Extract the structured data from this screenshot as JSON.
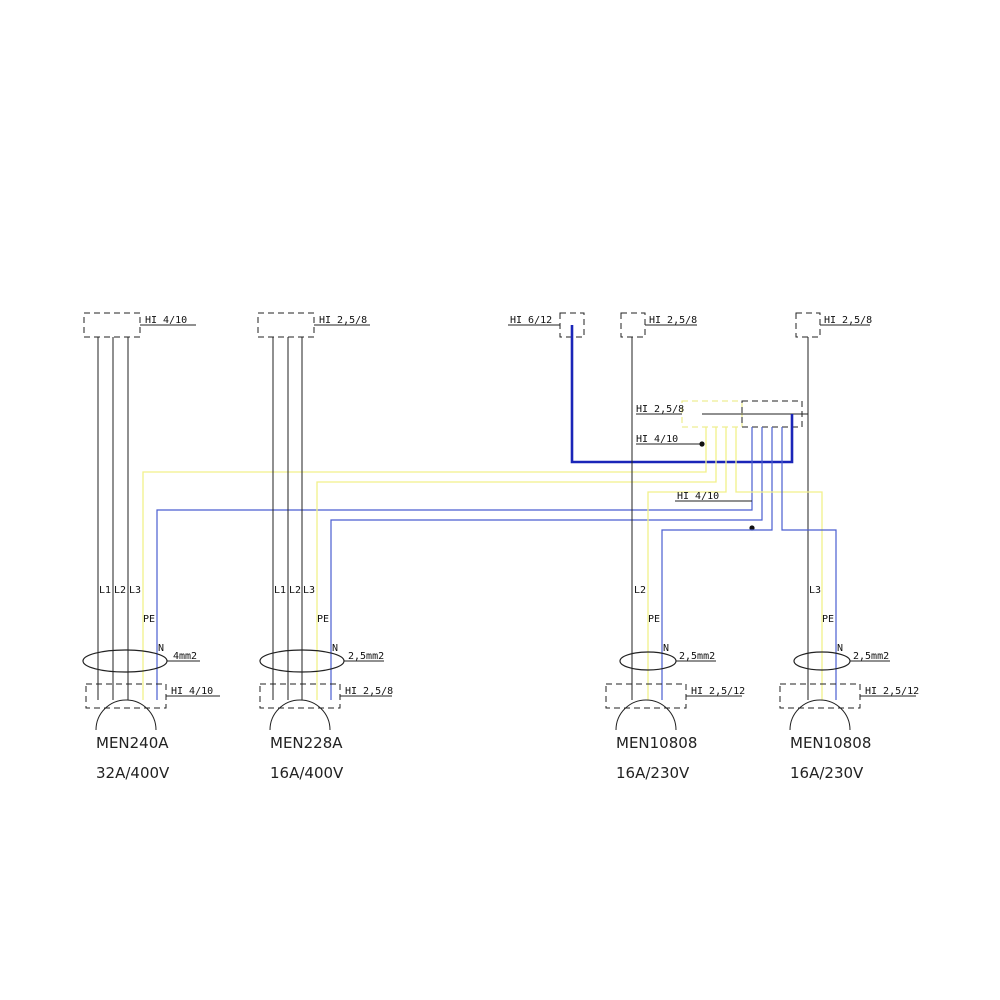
{
  "cable_labels": {
    "top_men240a": "HI 4/10",
    "top_men228a": "HI 2,5/8",
    "top_supply": "HI 6/12",
    "top_men10808_a": "HI 2,5/8",
    "top_men10808_b": "HI 2,5/8",
    "junction_upper": "HI 2,5/8",
    "junction_lower": "HI 4/10",
    "mid_branch": "HI 4/10",
    "bottom_men240a": "HI 4/10",
    "bottom_men228a": "HI 2,5/8",
    "bottom_men10808_a": "HI 2,5/12",
    "bottom_men10808_b": "HI 2,5/12"
  },
  "conductors": {
    "L1": "L1",
    "L2": "L2",
    "L3": "L3",
    "PE": "PE",
    "N": "N"
  },
  "cross_sections": {
    "men240a": "4mm2",
    "men228a": "2,5mm2",
    "men10808_a": "2,5mm2",
    "men10808_b": "2,5mm2"
  },
  "sockets": [
    {
      "model": "MEN240A",
      "rating": "32A/400V"
    },
    {
      "model": "MEN228A",
      "rating": "16A/400V"
    },
    {
      "model": "MEN10808",
      "rating": "16A/230V"
    },
    {
      "model": "MEN10808",
      "rating": "16A/230V"
    }
  ],
  "colors": {
    "phase": "#222222",
    "pe": "#f2f08a",
    "neutral": "#4a5ed0",
    "supply": "#1a25b8"
  }
}
